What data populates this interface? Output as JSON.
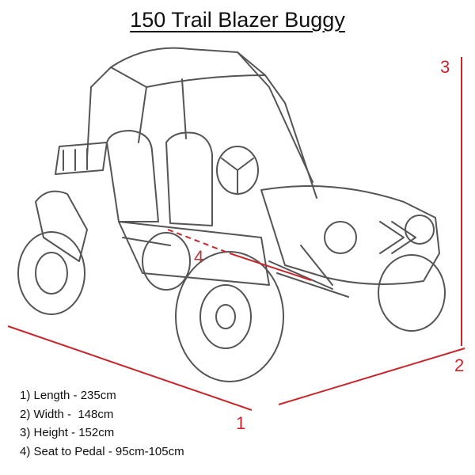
{
  "title": "150 Trail Blazer Buggy",
  "dimension_markers": [
    "1",
    "2",
    "3",
    "4"
  ],
  "specs": [
    "1) Length - 235cm",
    "2) Width -  148cm",
    "3) Height - 152cm",
    "4) Seat to Pedal - 95cm-105cm"
  ],
  "colors": {
    "dimension_line": "#c8262c",
    "sketch": "#555555"
  }
}
